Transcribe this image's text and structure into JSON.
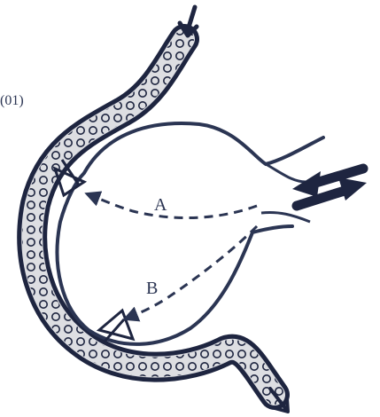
{
  "figure": {
    "number_label": "(01)",
    "path_labels": {
      "a": "A",
      "b": "B"
    }
  },
  "colors": {
    "ink": "#2b3553",
    "ink_dark": "#1e2540",
    "background": "#ffffff"
  }
}
